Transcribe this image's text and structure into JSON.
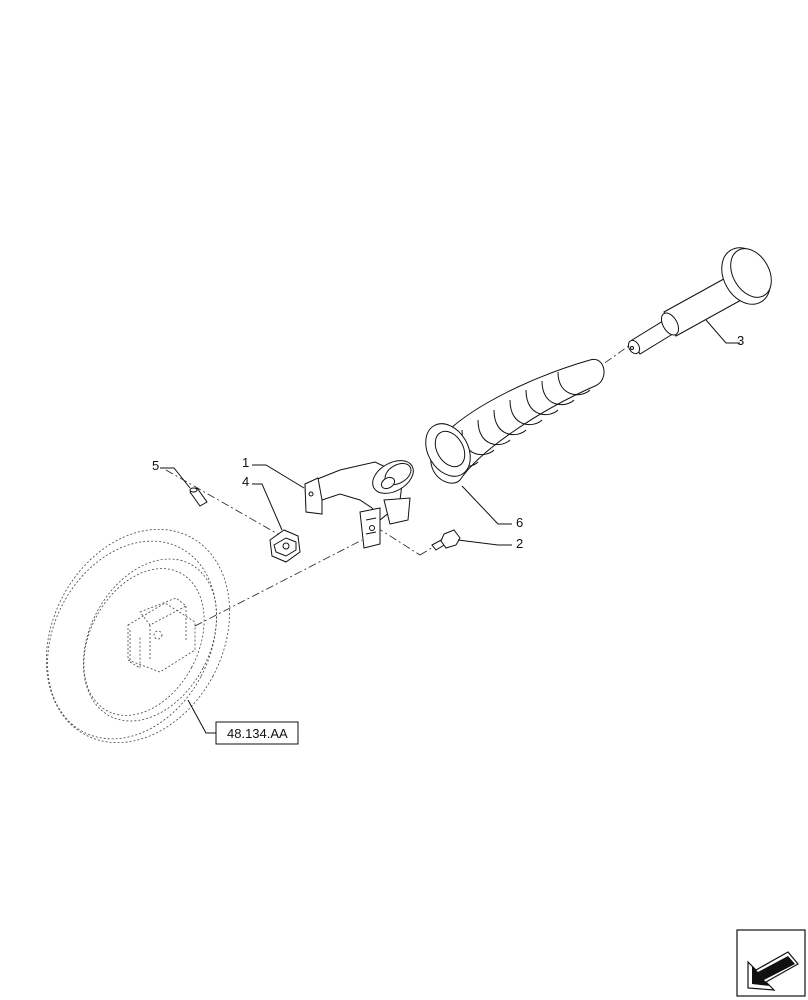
{
  "callouts": {
    "c1": "1",
    "c2": "2",
    "c3": "3",
    "c4": "4",
    "c5": "5",
    "c6": "6"
  },
  "reference": {
    "label": "48.134.AA"
  },
  "icons": {
    "corner": "navigation-arrow-icon"
  }
}
